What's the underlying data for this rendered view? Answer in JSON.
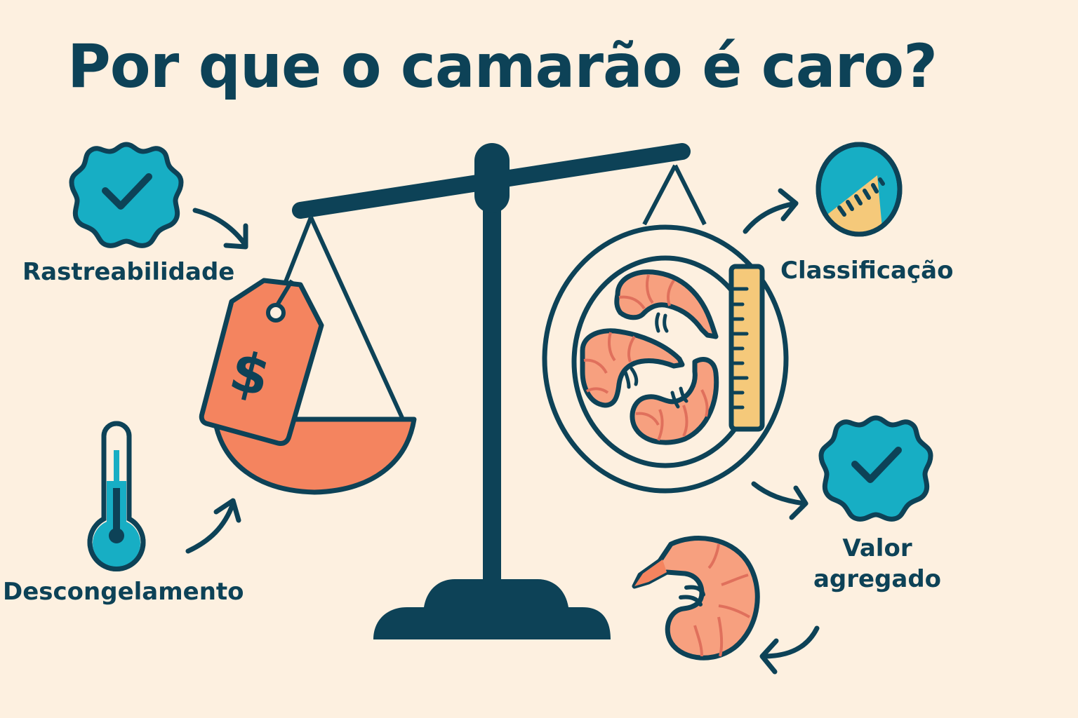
{
  "title": "Por que o camarão é caro?",
  "colors": {
    "background": "#fdf0e0",
    "ink": "#0d4257",
    "teal": "#17aec4",
    "coral": "#f4845f",
    "shrimp": "#f7a07f",
    "shrimp_stripe": "#e0705c",
    "ruler": "#f5c97a"
  },
  "factors": [
    {
      "id": "rastreabilidade",
      "label": "Rastreabilidade",
      "icon": "badge-check-icon"
    },
    {
      "id": "descongelamento",
      "label": "Descongelamento",
      "icon": "thermometer-icon"
    },
    {
      "id": "classificacao",
      "label": "Classificação",
      "icon": "ruler-circle-icon"
    },
    {
      "id": "valor_agregado",
      "label_line1": "Valor",
      "label_line2": "agregado",
      "icon": "badge-check-icon"
    }
  ],
  "scale": {
    "left_pan": {
      "content": "price-tag",
      "symbol": "$"
    },
    "right_pan": {
      "content": "plate-of-shrimp-with-ruler"
    }
  }
}
